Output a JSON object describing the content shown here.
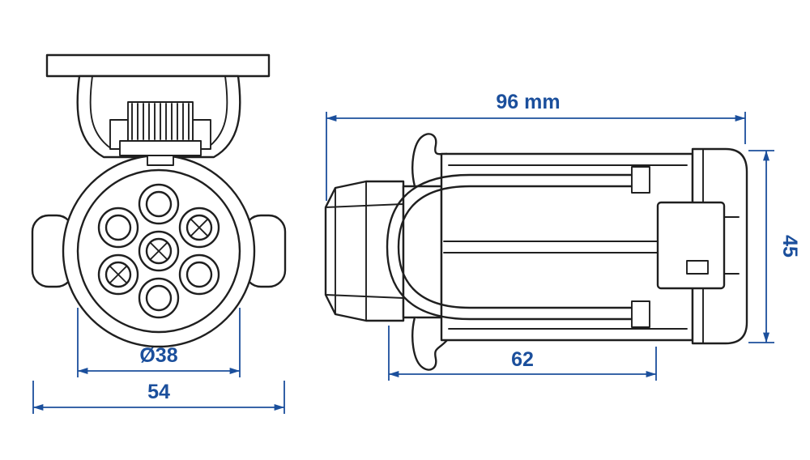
{
  "drawing": {
    "type": "technical-dimension-drawing",
    "subject": "7-pin trailer plug adapter, front and side orthographic views",
    "colors": {
      "line": "#1f1f1f",
      "dimension": "#1b4f9c",
      "background": "#ffffff"
    },
    "views": {
      "front": {
        "pin_count": 7,
        "dimensions": {
          "pin_face_diameter": "Ø38",
          "overall_width": "54"
        }
      },
      "side": {
        "dimensions": {
          "overall_length": "96 mm",
          "overall_height": "45",
          "body_length": "62"
        }
      }
    }
  }
}
